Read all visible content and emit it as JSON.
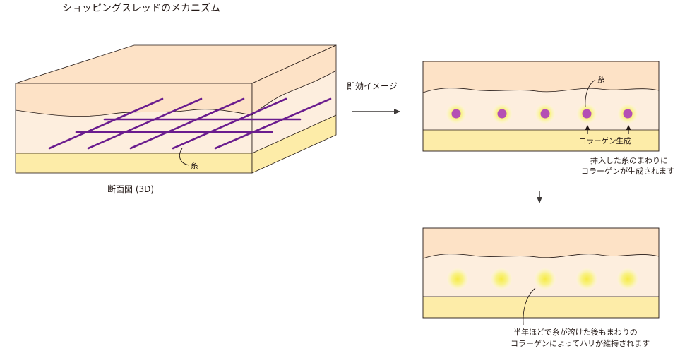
{
  "title": "ショッピングスレッドのメカニズム",
  "panel_3d": {
    "thread_label": "糸",
    "caption": "断面図 (3D)"
  },
  "arrow_label": "即効イメージ",
  "panel_immediate": {
    "thread_label": "糸",
    "collagen_label": "コラーゲン生成",
    "note_line1": "挿入した糸のまわりに",
    "note_line2": "コラーゲンが生成されます"
  },
  "panel_later": {
    "note_line1": "半年ほどで糸が溶けた後もまわりの",
    "note_line2": "コラーゲンによってハリが維持されます"
  },
  "colors": {
    "epidermis": "#fde2c6",
    "dermis": "#fdeede",
    "fat": "#fdeca8",
    "thread": "#6a1c8e",
    "thread_dot": "#b44fb4",
    "collagen_glow": "#f9f06f"
  }
}
